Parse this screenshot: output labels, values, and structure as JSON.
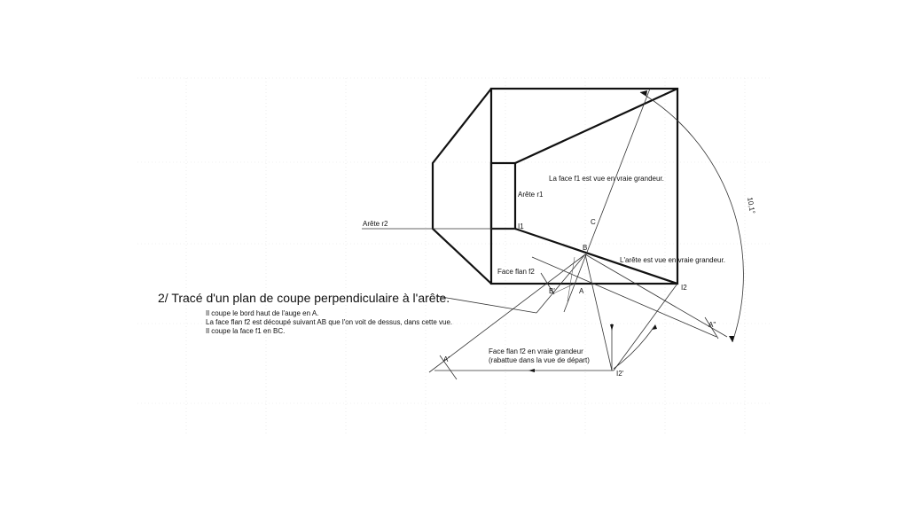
{
  "title": "2/ Tracé d'un plan de coupe perpendiculaire à l'arête.",
  "notes": [
    "Il coupe le bord haut de l'auge en A.",
    "La face flan f2 est découpé suivant AB que l'on voit de dessus, dans cette vue.",
    "Il coupe la face f1 en BC."
  ],
  "labels": {
    "arete_r1": "Arête r1",
    "arete_r2": "Arête r2",
    "face_f1": "La face f1 est vue en vraie grandeur.",
    "arete_vue": "L'arête est vue en vraie grandeur.",
    "face_flan_f2": "Face flan f2",
    "face_f2_vraie_1": "Face flan f2 en vraie grandeur",
    "face_f2_vraie_2": "(rabattue dans la vue de départ)",
    "arc_dim": "10,1°"
  },
  "points": {
    "I1": "I1",
    "I2": "I2",
    "I2p": "I2'",
    "A": "A",
    "B": "B",
    "C": "C",
    "Bp": "B'",
    "Ap": "A'",
    "App": "A\""
  },
  "colors": {
    "line": "#111111",
    "grid": "#e3e3e3",
    "background": "#ffffff"
  }
}
